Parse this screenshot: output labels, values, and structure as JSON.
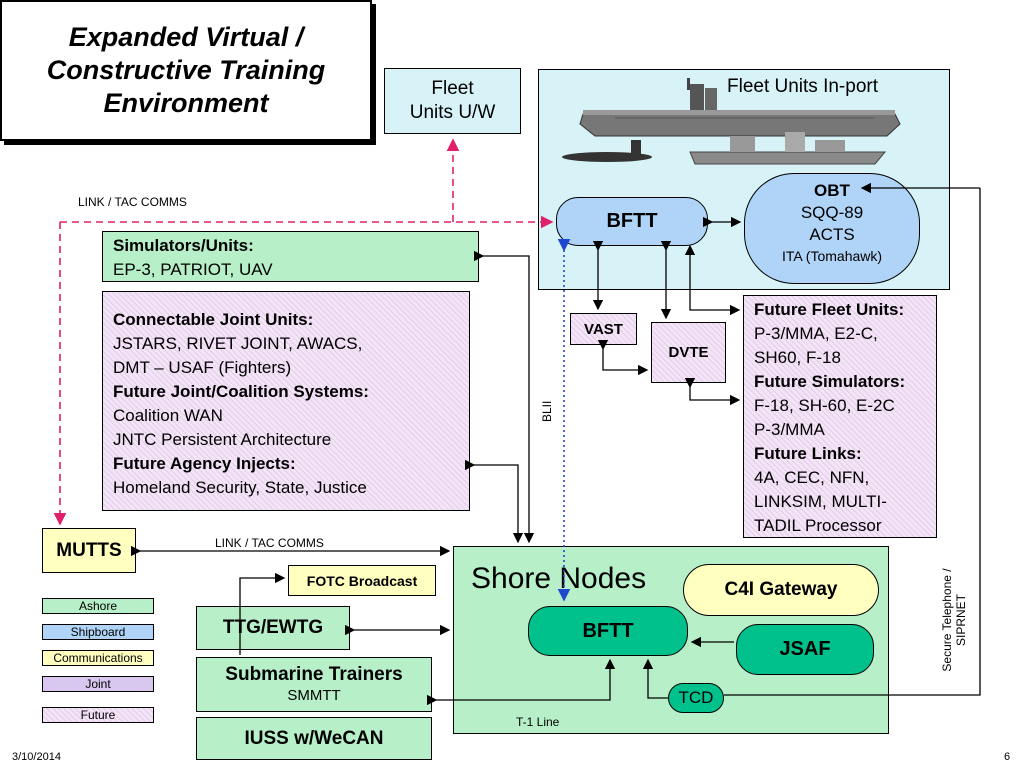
{
  "title": "Expanded Virtual / Constructive Training Environment",
  "fleet_units_uw": "Fleet Units U/W",
  "fleet_units_inport": {
    "label": "Fleet Units In-port",
    "bftt": "BFTT",
    "obt": {
      "title": "OBT",
      "lines": [
        "SQQ-89",
        "ACTS",
        "ITA (Tomahawk)"
      ]
    }
  },
  "link_tac_comms_top": "LINK / TAC COMMS",
  "simulators_units": {
    "heading": "Simulators/Units:",
    "text": "EP-3, PATRIOT, UAV"
  },
  "joint_box": {
    "h1": "Connectable Joint Units:",
    "t1": "JSTARS, RIVET JOINT, AWACS,",
    "t2": "DMT – USAF (Fighters)",
    "h2": "Future Joint/Coalition Systems:",
    "t3": "Coalition WAN",
    "t4": "JNTC Persistent Architecture",
    "h3": "Future Agency Injects:",
    "t5": "Homeland Security, State, Justice"
  },
  "vast": "VAST",
  "dvte": "DVTE",
  "future_box": {
    "h1": "Future Fleet Units:",
    "t1": "P-3/MMA, E2-C,",
    "t2": "SH60, F-18",
    "h2": "Future Simulators:",
    "t3": "F-18, SH-60, E-2C",
    "t4": "P-3/MMA",
    "h3": "Future Links:",
    "t5": "4A, CEC, NFN,",
    "t6": "LINKSIM, MULTI-",
    "t7": "TADIL Processor"
  },
  "blii": "BLII",
  "mutts": "MUTTS",
  "link_tac_comms_bottom": "LINK / TAC COMMS",
  "fotc": "FOTC Broadcast",
  "ttg": "TTG/EWTG",
  "submarine": {
    "title": "Submarine Trainers",
    "sub": "SMMTT"
  },
  "iuss": "IUSS w/WeCAN",
  "shore": {
    "title": "Shore Nodes",
    "c4i": "C4I Gateway",
    "bftt": "BFTT",
    "jsaf": "JSAF",
    "tcd": "TCD",
    "t1": "T-1 Line"
  },
  "secure": "Secure Telephone / SIPRNET",
  "legend": [
    "Ashore",
    "Shipboard",
    "Communications",
    "Joint",
    "Future"
  ],
  "colors": {
    "ashore": "#b7f0c8",
    "shipboard": "#b0d4f8",
    "communications": "#ffffc0",
    "joint": "#d8c8f0",
    "future": "#f4e4f7",
    "link_dashed": "#e0206a",
    "blii_dotted": "#1f48d0"
  },
  "footer": {
    "date": "3/10/2014",
    "page": "6"
  }
}
